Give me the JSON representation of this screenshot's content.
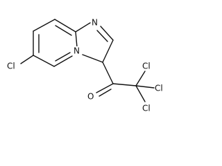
{
  "atoms": {
    "n_imidazole": "N",
    "n_bridge": "N",
    "cl_ring": "Cl",
    "o_carbonyl": "O",
    "cl_top": "Cl",
    "cl_right": "Cl",
    "cl_bottom": "Cl"
  }
}
